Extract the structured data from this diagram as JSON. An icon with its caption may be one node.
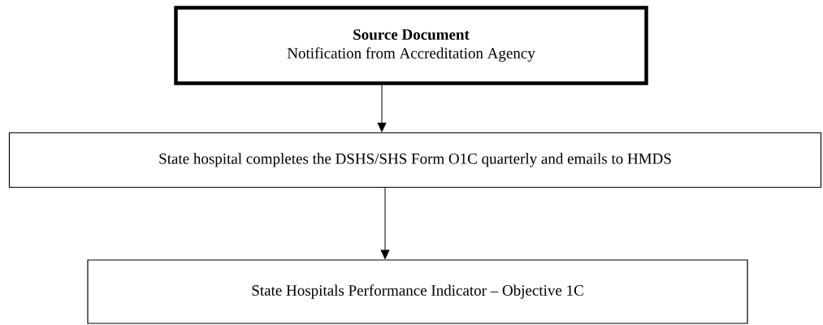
{
  "diagram": {
    "nodes": [
      {
        "text": [
          "Source Document",
          "Notification from Accreditation Agency"
        ]
      },
      {
        "text": [
          "State hospital completes the DSHS/SHS Form O1C quarterly and emails to HMDS"
        ]
      },
      {
        "text": [
          "State Hospitals Performance Indicator – Objective 1C"
        ]
      }
    ],
    "edges": [
      {
        "from": 0,
        "to": 1,
        "arrow": "to"
      },
      {
        "from": 1,
        "to": 2,
        "arrow": "to"
      }
    ]
  }
}
